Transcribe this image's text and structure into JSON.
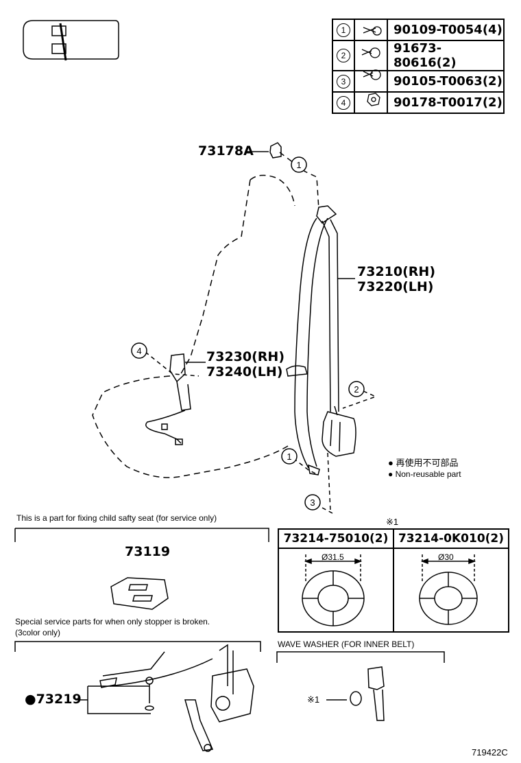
{
  "parts_table": [
    {
      "num": "1",
      "icon": "bolt-icon",
      "part": "90109-T0054(4)"
    },
    {
      "num": "2",
      "icon": "screw-icon",
      "part": "91673-80616(2)"
    },
    {
      "num": "3",
      "icon": "screw-icon",
      "part": "90105-T0063(2)"
    },
    {
      "num": "4",
      "icon": "nut-icon",
      "part": "90178-T0017(2)"
    }
  ],
  "labels": {
    "p73178a": "73178A",
    "p73210": "73210(RH)",
    "p73220": "73220(LH)",
    "p73230": "73230(RH)",
    "p73240": "73240(LH)",
    "p73119": "73119",
    "p73219": "●73219"
  },
  "callouts": {
    "c1": "1",
    "c2": "2",
    "c3": "3",
    "c4": "4"
  },
  "legend": {
    "line1": "● 再使用不可部品",
    "line2": "● Non-reusable part"
  },
  "notes": {
    "child_seat": "This is a part for fixing child safty seat (for service only)",
    "stopper_line1": "Special service parts for when only stopper is broken.",
    "stopper_line2": "(3color only)",
    "wave_washer": "WAVE WASHER (FOR INNER BELT)",
    "ref_mark": "※1",
    "ref_mark_small": "※1"
  },
  "washers": [
    {
      "part": "73214-75010(2)",
      "dia": "Ø31.5"
    },
    {
      "part": "73214-0K010(2)",
      "dia": "Ø30"
    }
  ],
  "illustration_id": "719422C"
}
